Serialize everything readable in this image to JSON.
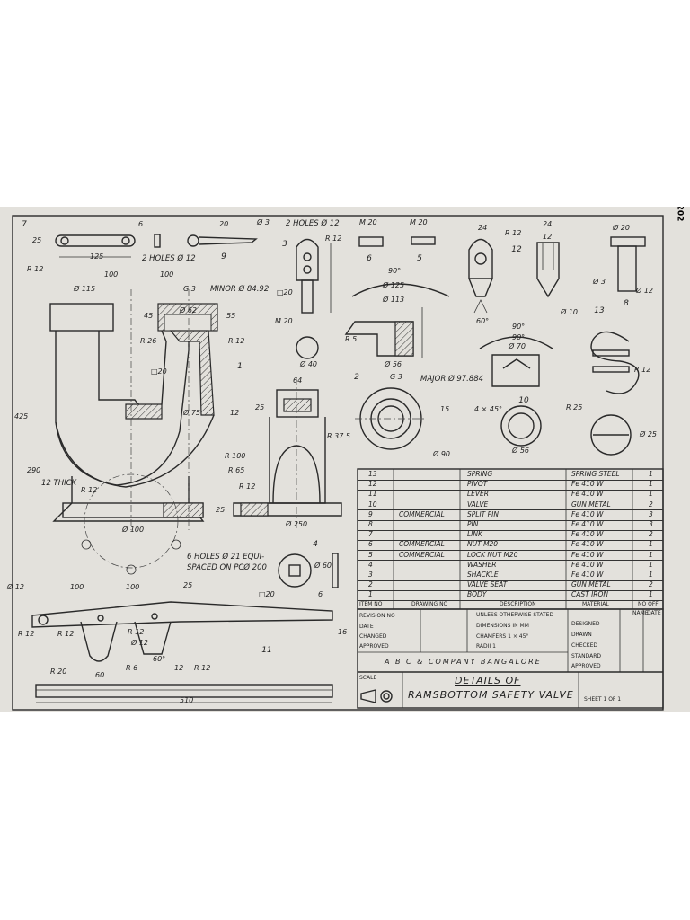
{
  "page_number": "202",
  "title_block": {
    "company": "A B C & COMPANY BANGALORE",
    "title_line1": "DETAILS OF",
    "title_line2": "RAMSBOTTOM SAFETY VALVE",
    "sheet": "SHEET 1 OF 1",
    "scale_label": "SCALE",
    "notes": [
      "UNLESS OTHERWISE STATED",
      "DIMENSIONS IN MM",
      "CHAMFERS 1 × 45°",
      "RADII 1"
    ],
    "left_labels": [
      "REVISION NO",
      "DATE",
      "CHANGED",
      "APPROVED"
    ],
    "right_labels": [
      "DESIGNED",
      "DRAWN",
      "CHECKED",
      "STANDARD",
      "APPROVED"
    ],
    "name_header": "NAME",
    "date_header": "DATE"
  },
  "bom": {
    "headers": [
      "ITEM NO",
      "DRAWING NO",
      "DESCRIPTION",
      "MATERIAL",
      "NO OFF"
    ],
    "rows": [
      {
        "item": "13",
        "note": "",
        "desc": "SPRING",
        "material": "SPRING STEEL",
        "qty": "1"
      },
      {
        "item": "12",
        "note": "",
        "desc": "PIVOT",
        "material": "Fe 410 W",
        "qty": "1"
      },
      {
        "item": "11",
        "note": "",
        "desc": "LEVER",
        "material": "Fe 410 W",
        "qty": "1"
      },
      {
        "item": "10",
        "note": "",
        "desc": "VALVE",
        "material": "GUN METAL",
        "qty": "2"
      },
      {
        "item": "9",
        "note": "COMMERCIAL",
        "desc": "SPLIT PIN",
        "material": "Fe 410 W",
        "qty": "3"
      },
      {
        "item": "8",
        "note": "",
        "desc": "PIN",
        "material": "Fe 410 W",
        "qty": "3"
      },
      {
        "item": "7",
        "note": "",
        "desc": "LINK",
        "material": "Fe 410 W",
        "qty": "2"
      },
      {
        "item": "6",
        "note": "COMMERCIAL",
        "desc": "NUT M20",
        "material": "Fe 410 W",
        "qty": "1"
      },
      {
        "item": "5",
        "note": "COMMERCIAL",
        "desc": "LOCK NUT M20",
        "material": "Fe 410 W",
        "qty": "1"
      },
      {
        "item": "4",
        "note": "",
        "desc": "WASHER",
        "material": "Fe 410 W",
        "qty": "1"
      },
      {
        "item": "3",
        "note": "",
        "desc": "SHACKLE",
        "material": "Fe 410 W",
        "qty": "1"
      },
      {
        "item": "2",
        "note": "",
        "desc": "VALVE SEAT",
        "material": "GUN METAL",
        "qty": "2"
      },
      {
        "item": "1",
        "note": "",
        "desc": "BODY",
        "material": "CAST IRON",
        "qty": "1"
      }
    ]
  },
  "balloons": [
    "1",
    "2",
    "3",
    "4",
    "5",
    "6",
    "7",
    "8",
    "9",
    "10",
    "11",
    "12",
    "13"
  ],
  "notes": {
    "two_holes_12_a": "2 HOLES Ø 12",
    "two_holes_12_b": "2 HOLES Ø 12",
    "minor_dia": "MINOR Ø 84.92",
    "major_dia": "MAJOR Ø 97.884",
    "thick": "12 THICK",
    "six_holes_1": "6 HOLES Ø 21 EQUI-",
    "six_holes_2": "SPACED ON PCØ 200"
  },
  "dims": {
    "d_6": "6",
    "d_20a": "20",
    "d_3": "Ø 3",
    "d_25": "25",
    "d_125": "125",
    "d_r12a": "R 12",
    "d_100a": "100",
    "d_100b": "100",
    "d_115": "Ø 115",
    "d_g3a": "G 3",
    "d_62": "Ø 62",
    "d_45": "45",
    "d_55": "55",
    "d_r26": "R 26",
    "d_r12b": "R 12",
    "d_20b": "□20",
    "d_75": "Ø 75",
    "d_12a": "12",
    "d_425": "425",
    "d_290": "290",
    "d_r100": "R 100",
    "d_r65": "R 65",
    "d_r12c": "R 12",
    "d_r12d": "R 12",
    "d_100c": "Ø 100",
    "d_64": "64",
    "d_25b": "25",
    "d_r375": "R 37.5",
    "d_25c": "25",
    "d_250": "Ø 250",
    "d_m20a": "M 20",
    "d_m20b": "M 20",
    "d_m20c": "M 20",
    "d_r12e": "R 12",
    "d_20c": "□20",
    "d_40": "Ø 40",
    "d_125b": "Ø 125",
    "d_113": "Ø 113",
    "d_90deg": "90°",
    "d_r5": "R 5",
    "d_56": "Ø 56",
    "d_g3b": "G 3",
    "d_90": "Ø 90",
    "d_15": "15",
    "d_24a": "24",
    "d_r12f": "R 12",
    "d_60deg": "60°",
    "d_24b": "24",
    "d_12b": "12",
    "d_10": "Ø 10",
    "d_20d": "Ø 20",
    "d_3b": "Ø 3",
    "d_12c": "Ø 12",
    "d_90b": "90°",
    "d_90c": "90°",
    "d_70": "Ø 70",
    "d_r12g": "R 12",
    "d_r25": "R 25",
    "d_56b": "Ø 56",
    "d_25d": "Ø 25",
    "d_chamf": "4 × 45°",
    "d_60": "Ø 60",
    "d_20e": "□20",
    "d_6b": "6",
    "d_12d": "Ø 12",
    "d_100d": "100",
    "d_100e": "100",
    "d_25e": "25",
    "d_r12h": "R 12",
    "d_r12i": "R 12",
    "d_r12j": "R 12",
    "d_12e": "Ø 12",
    "d_r20": "R 20",
    "d_60b": "60",
    "d_r6": "R 6",
    "d_60deg2": "60°",
    "d_12f": "12",
    "d_r12k": "R 12",
    "d_510": "510",
    "d_16": "16"
  }
}
